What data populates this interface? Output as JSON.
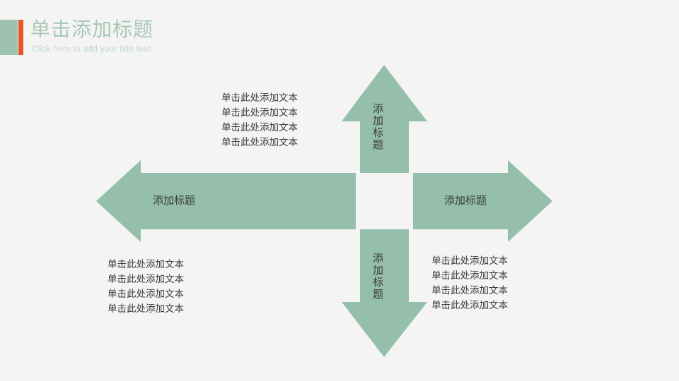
{
  "slide": {
    "background_color": "#f4f4f4",
    "accent_green": "#95bfaa",
    "accent_green_light": "#a8c8b6",
    "accent_orange": "#e8542a",
    "text_color": "#3b3b3b"
  },
  "header": {
    "title": "单击添加标题",
    "subtitle": "Click here to add your title text"
  },
  "diagram": {
    "type": "four-direction-arrows",
    "arrows": [
      {
        "direction": "up",
        "label": "添加标题",
        "orientation": "vertical"
      },
      {
        "direction": "down",
        "label": "添加标题",
        "orientation": "vertical"
      },
      {
        "direction": "left",
        "label": "添加标题",
        "orientation": "horizontal"
      },
      {
        "direction": "right",
        "label": "添加标题",
        "orientation": "horizontal"
      }
    ]
  },
  "text_blocks": {
    "top_left": {
      "lines": [
        "单击此处添加文本",
        "单击此处添加文本",
        "单击此处添加文本",
        "单击此处添加文本"
      ]
    },
    "bottom_left": {
      "lines": [
        "单击此处添加文本",
        "单击此处添加文本",
        "单击此处添加文本",
        "单击此处添加文本"
      ]
    },
    "bottom_right": {
      "lines": [
        "单击此处添加文本",
        "单击此处添加文本",
        "单击此处添加文本",
        "单击此处添加文本"
      ]
    }
  }
}
